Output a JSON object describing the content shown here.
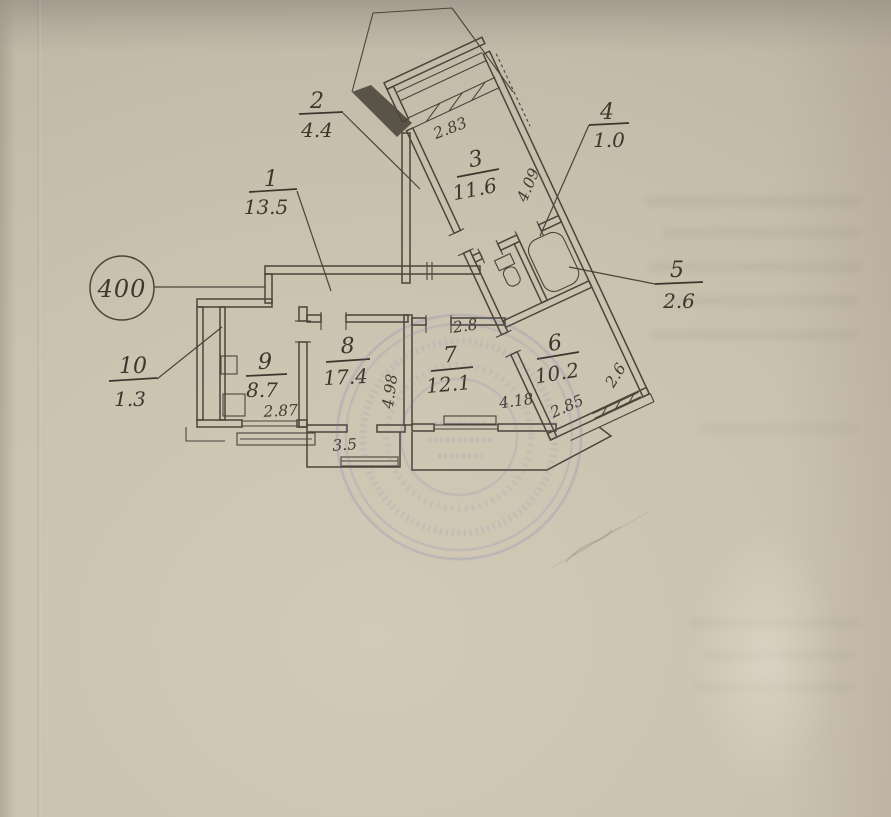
{
  "colors": {
    "ink": "#4a443a",
    "stamp_blue": "#6a73b4",
    "paper": "#cbc2b0",
    "pencil": "#8d877c"
  },
  "plan": {
    "scale_badge": "400",
    "rooms": [
      {
        "label": "1",
        "area": "13.5"
      },
      {
        "label": "2",
        "area": "4.4"
      },
      {
        "label": "3",
        "area": "11.6"
      },
      {
        "label": "4",
        "area": "1.0"
      },
      {
        "label": "5",
        "area": "2.6"
      },
      {
        "label": "6",
        "area": "10.2"
      },
      {
        "label": "7",
        "area": "12.1"
      },
      {
        "label": "8",
        "area": "17.4"
      },
      {
        "label": "9",
        "area": "8.7"
      },
      {
        "label": "10",
        "area": "1.3"
      }
    ],
    "dimensions": {
      "room3_width": "2.83",
      "room3_depth": "4.09",
      "room7_width": "2.8",
      "room7_depth": "4.18",
      "room6_width": "2.6",
      "room6_end": "2.85",
      "kitchen_width": "2.87",
      "loggia_area": "3.5",
      "room8_depth": "4.98"
    }
  }
}
